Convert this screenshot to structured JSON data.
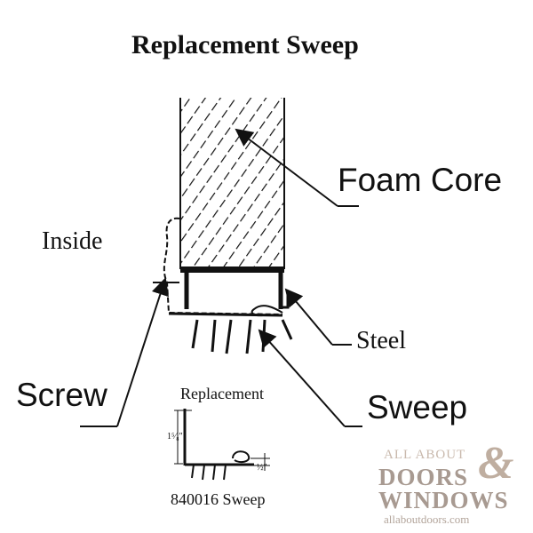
{
  "title": "Replacement Sweep",
  "labels": {
    "inside": "Inside",
    "foam_core": "Foam Core",
    "steel": "Steel",
    "screw": "Screw",
    "sweep": "Sweep"
  },
  "inset": {
    "title": "Replacement",
    "dimension_height": "1⁵⁄₈\"",
    "dimension_width": "½\"",
    "caption": "840016 Sweep"
  },
  "watermark": {
    "line1": "ALL ABOUT",
    "line2": "DOORS",
    "ampersand": "&",
    "line3": "WINDOWS",
    "line4": "allaboutdoors.com"
  },
  "colors": {
    "ink": "#111111",
    "watermark": "#a89a91"
  }
}
